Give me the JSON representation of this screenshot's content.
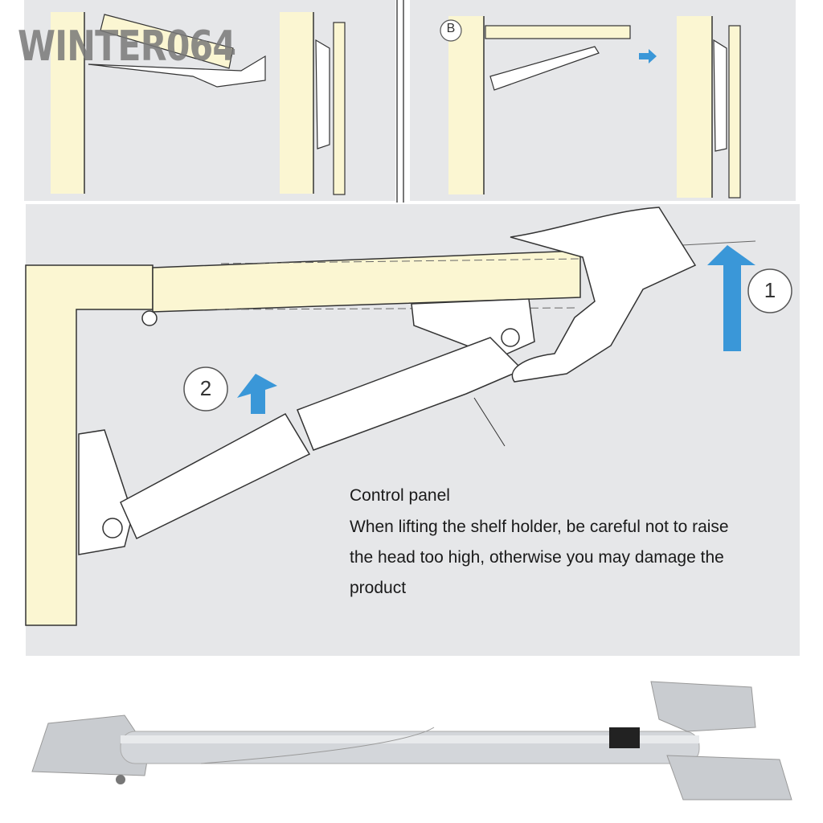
{
  "watermark": "WINTER064",
  "step_panels": {
    "panel_b_label": "B"
  },
  "main_diagram": {
    "step_1_label": "1",
    "step_2_label": "2",
    "caption_title": "Control panel",
    "caption_lines": [
      "When lifting the shelf holder, be careful not to raise",
      "the head too high, otherwise you may damage the",
      "product"
    ]
  },
  "colors": {
    "panel_bg": "#e6e7e9",
    "wood": "#fbf6d2",
    "arrow_blue": "#3a97d8",
    "line": "#3a3a3a",
    "metal": "#c9ccd0"
  }
}
